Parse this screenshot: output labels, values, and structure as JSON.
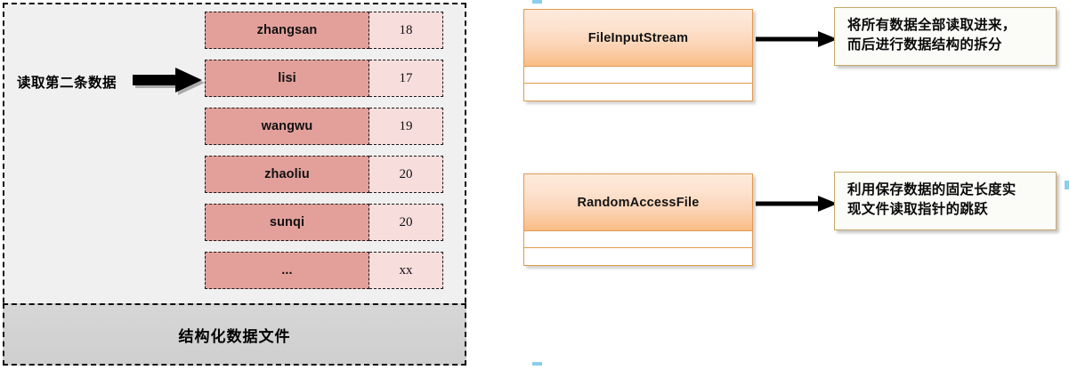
{
  "left_panel": {
    "name": "structured-data-file",
    "caption": "结构化数据文件",
    "annotation": "读取第二条数据",
    "arrow_icon": "right-block-arrow-icon",
    "records": [
      {
        "name": "zhangsan",
        "age": "18"
      },
      {
        "name": "lisi",
        "age": "17"
      },
      {
        "name": "wangwu",
        "age": "19"
      },
      {
        "name": "zhaoliu",
        "age": "20"
      },
      {
        "name": "sunqi",
        "age": "20"
      },
      {
        "name": "...",
        "age": "xx"
      }
    ]
  },
  "right_panel": {
    "classes": [
      {
        "title": "FileInputStream",
        "note": "将所有数据全部读取进来，\n而后进行数据结构的拆分",
        "note_line1": "将所有数据全部读取进来，",
        "note_line2": "而后进行数据结构的拆分",
        "arrow_icon": "right-arrow-icon"
      },
      {
        "title": "RandomAccessFile",
        "note": "利用保存数据的固定长度实\n现文件读取指针的跳跃",
        "note_line1": "利用保存数据的固定长度实",
        "note_line2": "现文件读取指针的跳跃",
        "arrow_icon": "right-arrow-icon"
      }
    ]
  },
  "colors": {
    "record_name_bg": "#e3a09b",
    "record_age_bg": "#f7dedd",
    "panel_bg": "#f0f0f0",
    "caption_bg": "#d4d4d4",
    "uml_header_top": "#fdeadc",
    "uml_header_bottom": "#f9bd85",
    "uml_border": "#e09a4e",
    "note_border": "#c8a86a",
    "note_bg": "#fbfbf7",
    "arrow": "#000000",
    "handle": "#2aa6e0"
  }
}
